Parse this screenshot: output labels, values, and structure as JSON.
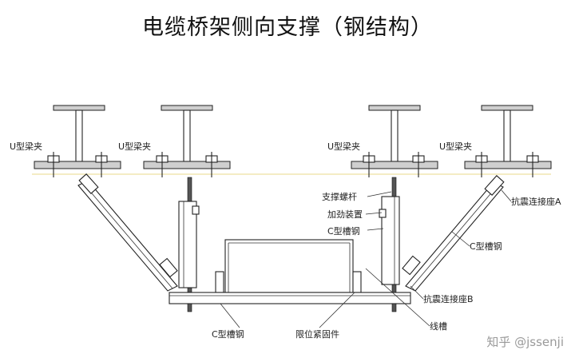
{
  "title": "电缆桥架侧向支撑（钢结构）",
  "labels": {
    "u_clamp": "U型梁夹",
    "support_rod": "支撑螺杆",
    "stiffener": "加劲装置",
    "c_channel": "C型槽钢",
    "seismic_seat_a": "抗震连接座A",
    "c_channel_right": "C型槽钢",
    "seismic_seat_b": "抗震连接座B",
    "c_channel_bottom": "C型槽钢",
    "limit_fastener": "限位紧固件",
    "cable_tray": "线槽"
  },
  "watermark": "知乎 @jssenji"
}
